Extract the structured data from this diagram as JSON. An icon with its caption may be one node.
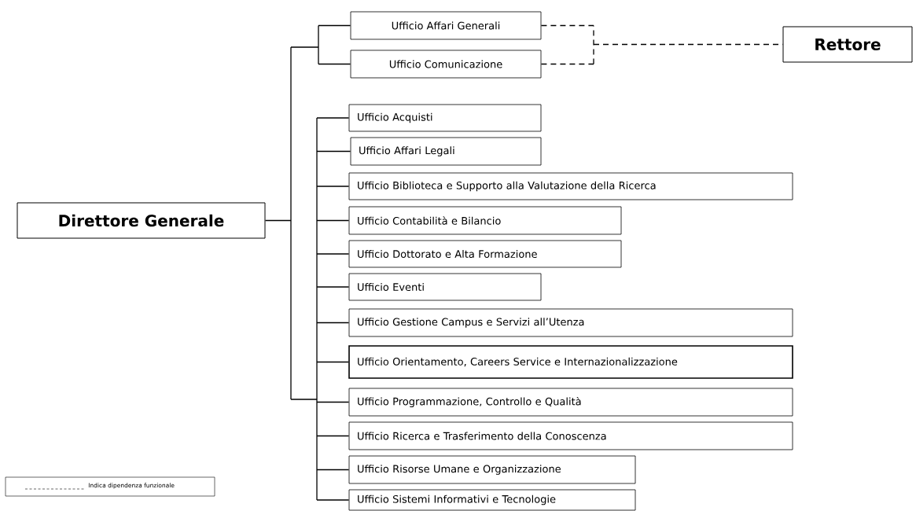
{
  "diagram": {
    "nodes": [
      {
        "text": [
          "Direttore Generale"
        ]
      },
      {
        "text": [
          "Ufficio Affari Generali"
        ]
      },
      {
        "text": [
          "Ufficio Comunicazione"
        ]
      },
      {
        "text": [
          "Rettore"
        ]
      },
      {
        "text": [
          "Ufficio Acquisti"
        ]
      },
      {
        "text": [
          "Ufficio Affari Legali"
        ]
      },
      {
        "text": [
          "Ufficio Biblioteca e Supporto alla Valutazione della Ricerca"
        ]
      },
      {
        "text": [
          "Ufficio Contabilità e Bilancio"
        ]
      },
      {
        "text": [
          "Ufficio Dottorato e Alta Formazione"
        ]
      },
      {
        "text": [
          "Ufficio Eventi"
        ]
      },
      {
        "text": [
          "Ufficio Gestione Campus e Servizi all’Utenza"
        ]
      },
      {
        "text": [
          "Ufficio Orientamento, Careers Service e Internazionalizzazione"
        ]
      },
      {
        "text": [
          "Ufficio Programmazione, Controllo e Qualità"
        ]
      },
      {
        "text": [
          "Ufficio Ricerca e  Trasferimento della Conoscenza"
        ]
      },
      {
        "text": [
          "Ufficio Risorse Umane e Organizzazione"
        ]
      },
      {
        "text": [
          "Ufficio Sistemi Informativi e Tecnologie"
        ]
      }
    ],
    "edges": [
      {
        "from": 0,
        "to": 1,
        "arrow": "none"
      },
      {
        "from": 0,
        "to": 2,
        "arrow": "none"
      },
      {
        "from": 1,
        "to": 3,
        "arrow": "none",
        "style": "dashed"
      },
      {
        "from": 2,
        "to": 3,
        "arrow": "none",
        "style": "dashed"
      },
      {
        "from": 0,
        "to": 4,
        "arrow": "none"
      },
      {
        "from": 0,
        "to": 5,
        "arrow": "none"
      },
      {
        "from": 0,
        "to": 6,
        "arrow": "none"
      },
      {
        "from": 0,
        "to": 7,
        "arrow": "none"
      },
      {
        "from": 0,
        "to": 8,
        "arrow": "none"
      },
      {
        "from": 0,
        "to": 9,
        "arrow": "none"
      },
      {
        "from": 0,
        "to": 10,
        "arrow": "none"
      },
      {
        "from": 0,
        "to": 11,
        "arrow": "none"
      },
      {
        "from": 0,
        "to": 12,
        "arrow": "none"
      },
      {
        "from": 0,
        "to": 13,
        "arrow": "none"
      },
      {
        "from": 0,
        "to": 14,
        "arrow": "none"
      },
      {
        "from": 0,
        "to": 15,
        "arrow": "none"
      }
    ],
    "legend": [
      {
        "text": "Indica dipendenza funzionale"
      }
    ]
  }
}
